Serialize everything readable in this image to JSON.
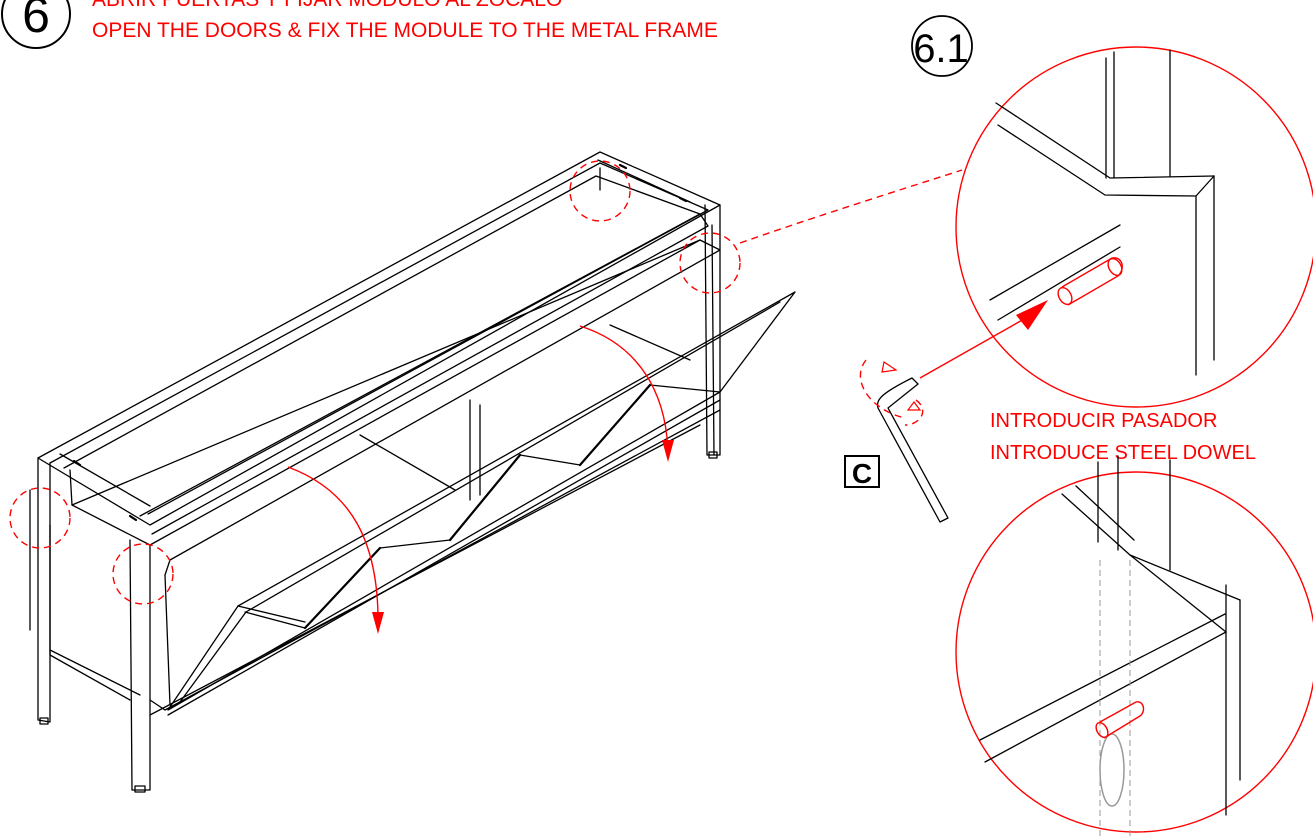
{
  "step": {
    "number": "6",
    "title_es": "ABRIR PUERTAS Y FIJAR MÓDULO AL ZÓCALO",
    "title_en": "OPEN THE DOORS & FIX THE MODULE TO THE METAL FRAME"
  },
  "detail": {
    "number": "6.1"
  },
  "instruction": {
    "line_es": "INTRODUCIR PASADOR",
    "line_en": "INTRODUCE STEEL DOWEL"
  },
  "tool": {
    "label": "C",
    "icon": "allen-key-icon"
  },
  "colors": {
    "accent": "#ff0000",
    "line": "#000000",
    "hidden": "#999999"
  }
}
